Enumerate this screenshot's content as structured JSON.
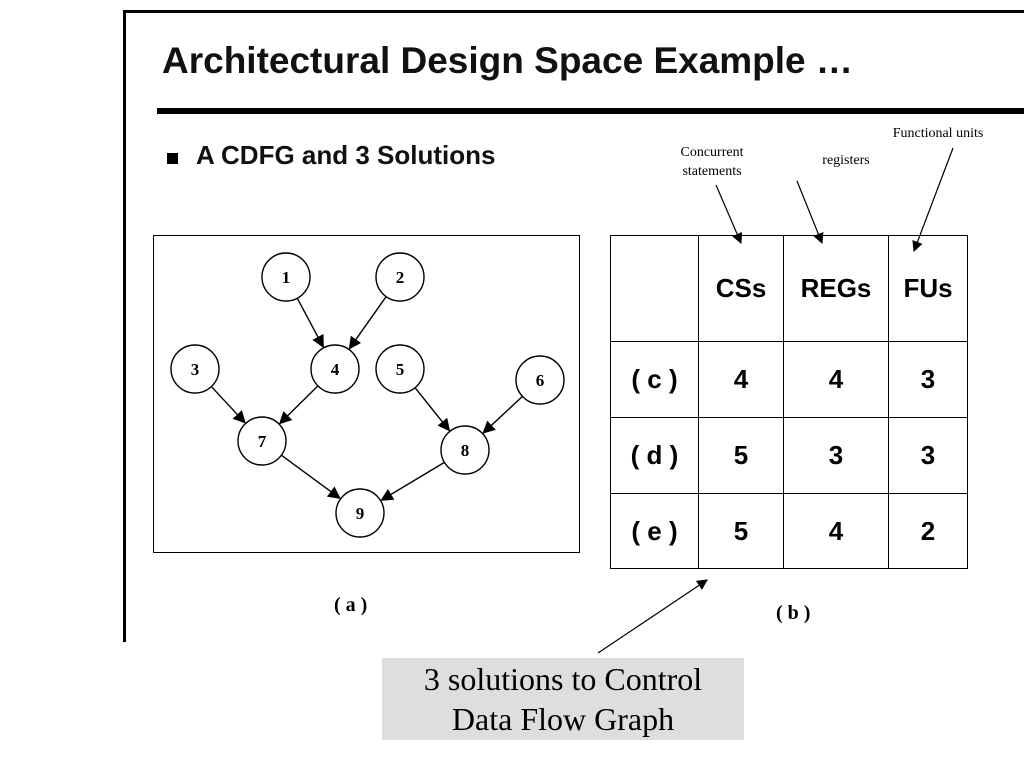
{
  "slide": {
    "title": "Architectural Design Space Example …",
    "bullet": "A CDFG and 3 Solutions"
  },
  "annotations": {
    "concurrent_line1": "Concurrent",
    "concurrent_line2": "statements",
    "registers": "registers",
    "functional_units": "Functional units"
  },
  "graph": {
    "caption": "( a )",
    "nodes": [
      {
        "id": "1",
        "label": "1"
      },
      {
        "id": "2",
        "label": "2"
      },
      {
        "id": "3",
        "label": "3"
      },
      {
        "id": "4",
        "label": "4"
      },
      {
        "id": "5",
        "label": "5"
      },
      {
        "id": "6",
        "label": "6"
      },
      {
        "id": "7",
        "label": "7"
      },
      {
        "id": "8",
        "label": "8"
      },
      {
        "id": "9",
        "label": "9"
      }
    ],
    "edges": [
      [
        "1",
        "4"
      ],
      [
        "2",
        "4"
      ],
      [
        "3",
        "7"
      ],
      [
        "4",
        "7"
      ],
      [
        "5",
        "8"
      ],
      [
        "6",
        "8"
      ],
      [
        "7",
        "9"
      ],
      [
        "8",
        "9"
      ]
    ]
  },
  "table": {
    "caption": "( b )",
    "headers": [
      "",
      "CSs",
      "REGs",
      "FUs"
    ],
    "rows": [
      {
        "label": "( c )",
        "values": [
          "4",
          "4",
          "3"
        ]
      },
      {
        "label": "( d )",
        "values": [
          "5",
          "3",
          "3"
        ]
      },
      {
        "label": "( e )",
        "values": [
          "5",
          "4",
          "2"
        ]
      }
    ]
  },
  "callout": {
    "line1": "3 solutions to Control",
    "line2": "Data Flow Graph"
  }
}
